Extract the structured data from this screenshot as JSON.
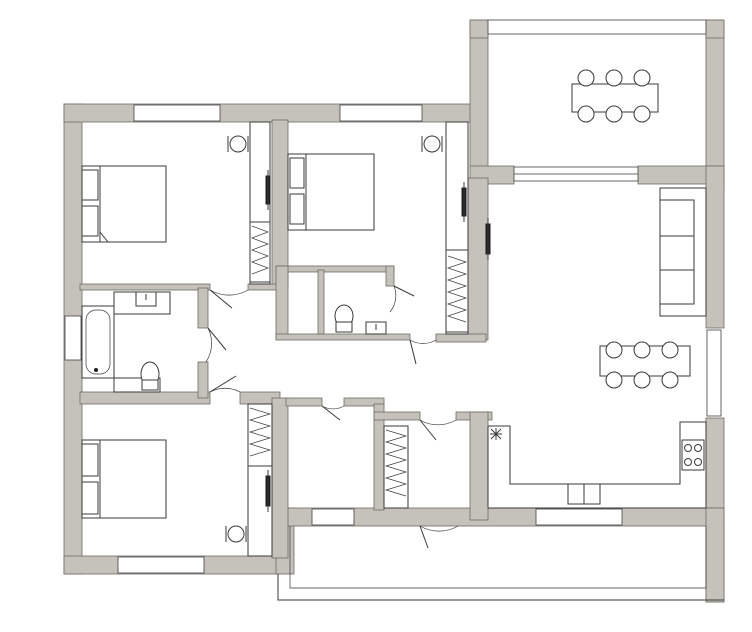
{
  "plan": {
    "colors": {
      "wall": "#c5c1bb",
      "line": "#3a3a3a",
      "background": "#ffffff"
    },
    "rooms": [
      "bedroom-1",
      "bedroom-2",
      "bedroom-3",
      "bathroom",
      "wc",
      "hallway",
      "living-room",
      "kitchen",
      "dining-area",
      "terrace",
      "balcony",
      "storage",
      "corridor"
    ],
    "fixtures": [
      "double-bed",
      "double-bed",
      "double-bed",
      "desk-chair",
      "desk-chair",
      "desk-chair",
      "wardrobe",
      "wardrobe",
      "wardrobe",
      "wardrobe",
      "bathtub",
      "washbasin",
      "toilet",
      "toilet",
      "washbasin",
      "sofa",
      "dining-table",
      "outdoor-dining-table",
      "cooktop",
      "kitchen-sink",
      "kitchen-counter",
      "ceiling-light"
    ]
  }
}
